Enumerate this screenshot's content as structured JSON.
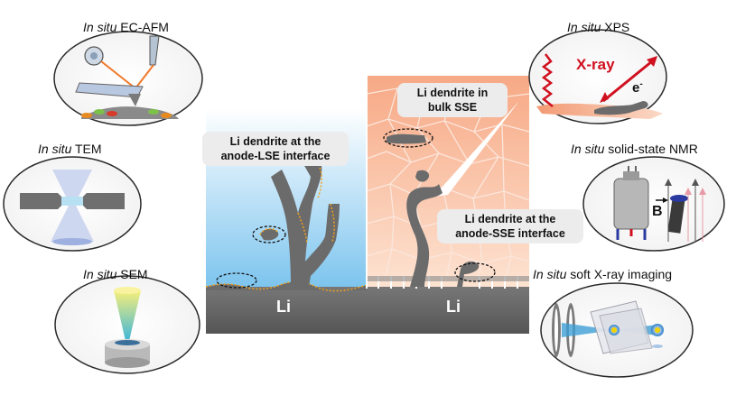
{
  "techniques": {
    "ec_afm": {
      "italic": "In situ",
      "name": "EC-AFM"
    },
    "tem": {
      "italic": "In situ",
      "name": "TEM"
    },
    "sem": {
      "italic": "In situ",
      "name": "SEM"
    },
    "xps": {
      "italic": "In situ",
      "name": "XPS"
    },
    "nmr": {
      "italic": "In situ",
      "name": "solid-state NMR"
    },
    "soft_xray": {
      "italic": "In situ",
      "name": "soft  X-ray imaging"
    }
  },
  "callouts": {
    "lse_line1": "Li dendrite at the",
    "lse_line2": "anode-LSE interface",
    "bulk_line1": "Li dendrite in",
    "bulk_line2": "bulk SSE",
    "sse_line1": "Li dendrite at the",
    "sse_line2": "anode-SSE interface"
  },
  "anode_labels": {
    "left": "Li",
    "right": "Li"
  },
  "xps_labels": {
    "xray": "X-ray",
    "electron": "e",
    "electron_sup": "-"
  },
  "nmr_labels": {
    "field": "B"
  },
  "colors": {
    "liquid_top": "#ffffff",
    "liquid_bottom": "#7cc4ee",
    "sse_grain": "#f6b695",
    "lithium": "#6b6b6b",
    "sei": "#f2a11d",
    "xray": "#d0101f"
  }
}
